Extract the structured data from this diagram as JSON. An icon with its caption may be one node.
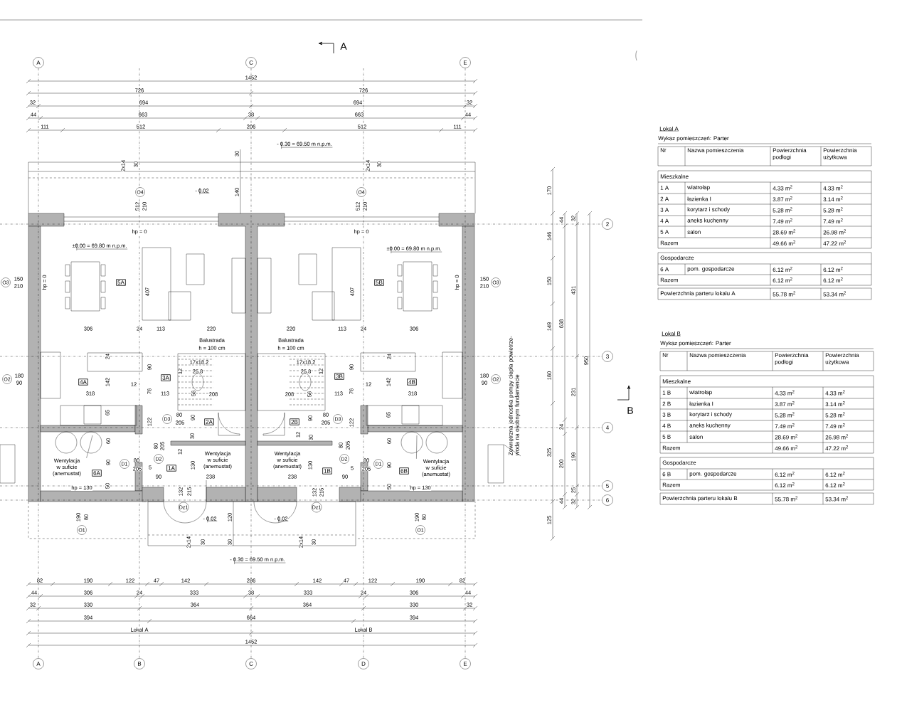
{
  "diagram": {
    "nodes": [
      {
        "text": [
          "A"
        ]
      },
      {
        "text": [
          "C"
        ]
      },
      {
        "text": [
          "E"
        ]
      },
      {
        "text": [
          "2"
        ]
      },
      {
        "text": [
          "3"
        ]
      },
      {
        "text": [
          "4"
        ]
      },
      {
        "text": [
          "5"
        ]
      },
      {
        "text": [
          "6"
        ]
      },
      {
        "text": [
          "A"
        ]
      },
      {
        "text": [
          "B"
        ]
      },
      {
        "text": [
          "C"
        ]
      },
      {
        "text": [
          "D"
        ]
      },
      {
        "text": [
          "E"
        ]
      },
      {
        "text": [
          "5A"
        ]
      },
      {
        "text": [
          "5B"
        ]
      },
      {
        "text": [
          "3A"
        ]
      },
      {
        "text": [
          "3B"
        ]
      },
      {
        "text": [
          "4A"
        ]
      },
      {
        "text": [
          "4B"
        ]
      },
      {
        "text": [
          "2A"
        ]
      },
      {
        "text": [
          "2B"
        ]
      },
      {
        "text": [
          "6A"
        ]
      },
      {
        "text": [
          "6B"
        ]
      },
      {
        "text": [
          "1A"
        ]
      },
      {
        "text": [
          "1B"
        ]
      },
      {
        "text": [
          "O4"
        ]
      },
      {
        "text": [
          "O4"
        ]
      },
      {
        "text": [
          "O3"
        ]
      },
      {
        "text": [
          "O3"
        ]
      },
      {
        "text": [
          "O2"
        ]
      },
      {
        "text": [
          "O2"
        ]
      },
      {
        "text": [
          "D3"
        ]
      },
      {
        "text": [
          "D3"
        ]
      },
      {
        "text": [
          "D2"
        ]
      },
      {
        "text": [
          "D2"
        ]
      },
      {
        "text": [
          "D1"
        ]
      },
      {
        "text": [
          "D1"
        ]
      },
      {
        "text": [
          "Dz1"
        ]
      },
      {
        "text": [
          "Dz1"
        ]
      },
      {
        "text": [
          "O1"
        ]
      },
      {
        "text": [
          "O1"
        ]
      },
      {
        "text": [
          "Wentylacja w suficie (anemostat)"
        ]
      },
      {
        "text": [
          "Wentylacja w suficie (anemostat)"
        ]
      },
      {
        "text": [
          "Wentylacja w suficie (anemostat)"
        ]
      },
      {
        "text": [
          "Wentylacja w suficie (anemostat)"
        ]
      },
      {
        "text": [
          "Zewnętrzna jednostka pompy ciepła powietrze-woda na osobnym fundamencie"
        ]
      },
      {
        "text": [],
        "shape": "box"
      }
    ],
    "edges": [
      {
        "from": 45,
        "to": 46,
        "arrow": "none"
      },
      {
        "from": 41,
        "to": null,
        "arrow": "none"
      },
      {
        "from": 44,
        "to": null,
        "arrow": "none"
      }
    ],
    "labels": [
      "1452",
      "726",
      "726",
      "32",
      "694",
      "694",
      "32",
      "44",
      "663",
      "38",
      "663",
      "44",
      "111",
      "512",
      "206",
      "512",
      "111",
      "- 0.30 = 69.50 m n.p.m.",
      "30",
      "2x14",
      "30",
      "2x14",
      "30",
      "140",
      "- 0.02",
      "512",
      "210",
      "512",
      "210",
      "hp = 0",
      "hp = 0",
      "±0.00 = 69.80 m n.p.m.",
      "±0.00 = 69.80 m n.p.m.",
      "150",
      "210",
      "hp = 0",
      "407",
      "407",
      "hp = 0",
      "150",
      "210",
      "306",
      "24",
      "113",
      "220",
      "220",
      "113",
      "24",
      "306",
      "Balustrada",
      "h = 100 cm",
      "Balustrada",
      "h = 100 cm",
      "24",
      "90",
      "17x18.2",
      "25.8",
      "12",
      "17x18.2",
      "25.8",
      "12",
      "90",
      "24",
      "180",
      "90",
      "142",
      "12",
      "12",
      "142",
      "180",
      "90",
      "318",
      "76",
      "113",
      "56",
      "208",
      "208",
      "56",
      "113",
      "76",
      "318",
      "65",
      "122",
      "80",
      "205",
      "90",
      "90",
      "80",
      "205",
      "122",
      "65",
      "60",
      "80",
      "205",
      "30",
      "12",
      "12",
      "30",
      "80",
      "205",
      "60",
      "90",
      "80",
      "205",
      "5",
      "130",
      "130",
      "5",
      "80",
      "205",
      "90",
      "90",
      "238",
      "238",
      "90",
      "hp = 130",
      "50",
      "132",
      "215",
      "132",
      "215",
      "50",
      "hp = 130",
      "190",
      "80",
      "- 0.02",
      "120",
      "- 0.02",
      "190",
      "80",
      "2x14",
      "30",
      "30",
      "2x14",
      "30",
      "- 0.30 = 69.50 m n.p.m.",
      "82",
      "190",
      "122",
      "47",
      "142",
      "286",
      "142",
      "47",
      "122",
      "190",
      "82",
      "44",
      "306",
      "24",
      "333",
      "38",
      "333",
      "24",
      "306",
      "44",
      "32",
      "330",
      "364",
      "364",
      "330",
      "32",
      "394",
      "664",
      "394",
      "Lokal A",
      "Lokal B",
      "1452",
      "170",
      "146",
      "150",
      "149",
      "180",
      "325",
      "125",
      "44",
      "638",
      "24",
      "200",
      "44",
      "32",
      "431",
      "231",
      "199",
      "32",
      "25",
      "950",
      "A",
      "B",
      "Lokal A",
      "Wykaz pomieszczeń: Parter",
      "Nr",
      "Nazwa pomieszczenia",
      "Powierzchnia podłogi",
      "Powierzchnia użytkowa",
      "Mieszkalne",
      "1 A",
      "wiatrołap",
      "4.33 m$^{2}$",
      "4.33 m$^{2}$",
      "2 A",
      "łazienka I",
      "3.87 m$^{2}$",
      "3.14 m$^{2}$",
      "3 A",
      "korytarz i schody",
      "5.28 m$^{2}$",
      "5.28 m$^{2}$",
      "4 A",
      "aneks kuchenny",
      "7.49 m$^{2}$",
      "7.49 m$^{2}$",
      "5 A",
      "salon",
      "28.69 m$^{2}$",
      "26.98 m$^{2}$",
      "Razem",
      "49.66 m$^{2}$",
      "47.22 m$^{2}$",
      "Gospodarcze",
      "6 A",
      "pom. gospodarcze",
      "6.12 m$^{2}$",
      "6.12 m$^{2}$",
      "Razem",
      "6.12 m$^{2}$",
      "6.12 m$^{2}$",
      "Powierzchnia parteru lokalu A",
      "55.78 m$^{2}$",
      "53.34 m$^{2}$",
      "Lokal B",
      "Wykaz pomieszczeń: Parter",
      "Nr",
      "Nazwa pomieszczenia",
      "Powierzchnia podłogi",
      "Powierzchnia użytkowa",
      "Mieszkalne",
      "1 B",
      "wiatrołap",
      "4.33 m$^{2}$",
      "4.33 m$^{2}$",
      "2 B",
      "łazienka I",
      "3.87 m$^{2}$",
      "3.14 m$^{2}$",
      "3 B",
      "korytarz i schody",
      "5.28 m$^{2}$",
      "5.28 m$^{2}$",
      "4 B",
      "aneks kuchenny",
      "7.49 m$^{2}$",
      "7.49 m$^{2}$",
      "5 B",
      "salon",
      "28.69 m$^{2}$",
      "26.98 m$^{2}$",
      "Razem",
      "49.66 m$^{2}$",
      "47.22 m$^{2}$",
      "Gospodarcze",
      "6 B",
      "pom. gospodarcze",
      "6.12 m$^{2}$",
      "6.12 m$^{2}$",
      "Razem",
      "6.12 m$^{2}$",
      "6.12 m$^{2}$",
      "Powierzchnia parteru lokalu B",
      "55.78 m$^{2}$",
      "53.34 m$^{2}$"
    ]
  }
}
